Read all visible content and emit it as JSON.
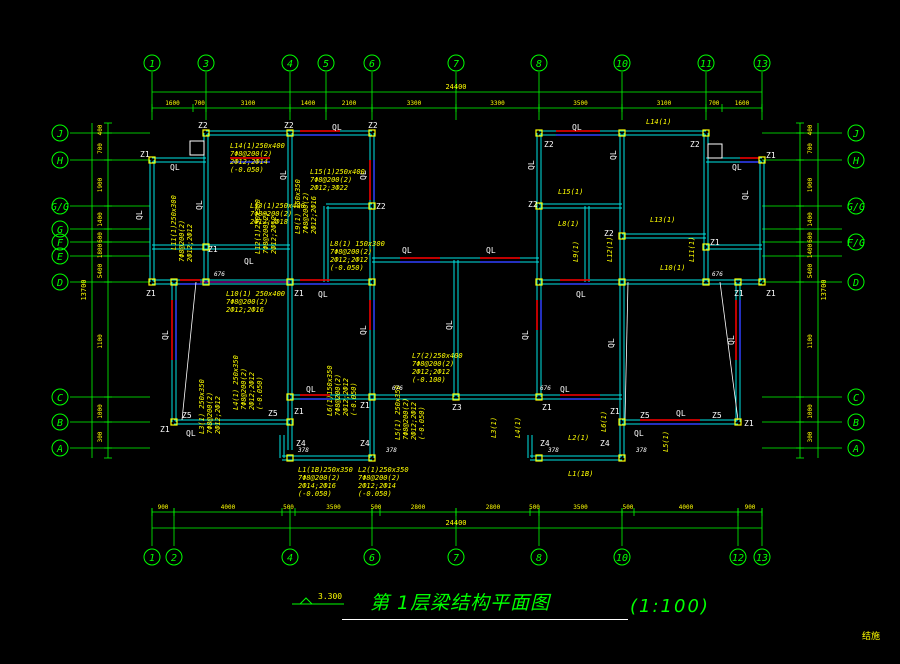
{
  "drawing": {
    "title": "第 1层梁结构平面图",
    "scale": "(1:100)",
    "elevation": "3.300",
    "corner_mark": "结施"
  },
  "grid_top": [
    "1",
    "3",
    "4",
    "5",
    "6",
    "7",
    "8",
    "10",
    "11",
    "13"
  ],
  "grid_bottom": [
    "1",
    "2",
    "4",
    "6",
    "7",
    "8",
    "10",
    "12",
    "13"
  ],
  "grid_left": [
    "J",
    "H",
    "G/G",
    "G",
    "F",
    "E",
    "D",
    "C",
    "B",
    "A"
  ],
  "grid_right": [
    "J",
    "H",
    "G/G",
    "F/G",
    "D",
    "C",
    "B",
    "A"
  ],
  "dims_top_overall": "24400",
  "dims_top": [
    "1600",
    "700",
    "3100",
    "1400",
    "2100",
    "3300",
    "3300",
    "3500",
    "3100",
    "700",
    "1600"
  ],
  "dims_bottom": [
    "900",
    "4000",
    "500",
    "3500",
    "500",
    "2800",
    "2800",
    "500",
    "3500",
    "500",
    "4000",
    "900"
  ],
  "dims_bottom_overall": "24400",
  "dims_left": [
    "400",
    "700",
    "1900",
    "1400",
    "600",
    "1800",
    "5400",
    "1100",
    "1000",
    "300"
  ],
  "dims_left_overall": "13700",
  "dims_right": [
    "400",
    "700",
    "1900",
    "1400",
    "600",
    "1400",
    "5400",
    "1100",
    "1000",
    "300"
  ],
  "dims_right_overall": "13700",
  "labels": {
    "z1": "Z1",
    "z2": "Z2",
    "z3": "Z3",
    "z4": "Z4",
    "z5": "Z5",
    "ql": "QL",
    "l14": "L14(1)250x400",
    "l14b": "7Φ8@200(2)",
    "l14c": "2Ф12;2Ф14",
    "l14d": "(-0.050)",
    "l15": "L15(1)250x400",
    "l15b": "7Φ8@200(2)",
    "l15c": "2Ф12;3Ф22",
    "l13": "L13(1)250x400",
    "l13b": "7Φ8@200(2)",
    "l13c": "2Ф12;2Ф18",
    "l11": "L11(1)250x300",
    "l11b": "7Φ8@200(2)",
    "l11c": "2Ф12;2Ф12",
    "l12": "L12(1)250x300",
    "l12b": "7Φ8@200(2)",
    "l12c": "2Ф12;2Ф12",
    "l9": "L9(1) 150x350",
    "l9b": "7Φ8@200(2)",
    "l9c": "2Ф12;2Ф16",
    "l8": "L8(1) 150x300",
    "l8b": "7Φ8@200(2)",
    "l8c": "2Ф12;2Ф12",
    "l8d": "(-0.050)",
    "l10": "L10(1) 250x400",
    "l10b": "7Φ8@200(2)",
    "l10c": "2Ф12;2Ф16",
    "l7": "L7(2)250x400",
    "l7b": "7Φ8@200(2)",
    "l7c": "2Ф12;2Ф12",
    "l7d": "(-0.100)",
    "l3": "L3(1) 250x350",
    "l3b": "7Φ8@200(2)",
    "l3c": "2Ф12;2Ф12",
    "l3d": "(-0.050)",
    "l4": "L4(1) 250x350",
    "l4b": "7Φ8@200(2)",
    "l4c": "2Ф12;2Ф12",
    "l4d": "(-0.050)",
    "l6": "L6(1)150x350",
    "l6b": "7Φ8@200(2)",
    "l6c": "2Ф12;2Ф12",
    "l6d": "(-0.050)",
    "l5": "L5(1) 250x350",
    "l5b": "7Φ8@200(2)",
    "l5c": "2Ф12;2Ф12",
    "l5d": "(-0.050)",
    "l1": "L1(1B)250x350",
    "l1b": "7Φ8@200(2)",
    "l1c": "2Ф14;2Ф16",
    "l1d": "(-0.050)",
    "l2": "L2(1)250x350",
    "l2b": "7Φ8@200(2)",
    "l2c": "2Ф12;2Ф14",
    "l2d": "(-0.050)",
    "r14": "L14(1)",
    "r15": "L15(1)",
    "r8": "L8(1)",
    "r13": "L13(1)",
    "r9": "L9(1)",
    "r12": "L12(1)",
    "r10": "L10(1)",
    "r11": "L11(1)",
    "r3": "L3(1)",
    "r4": "L4(1)",
    "r2": "L2(1)",
    "r1": "L1(1B)",
    "r5": "L5(1)",
    "r6": "L6(1)",
    "d676": "676",
    "d378": "378"
  }
}
